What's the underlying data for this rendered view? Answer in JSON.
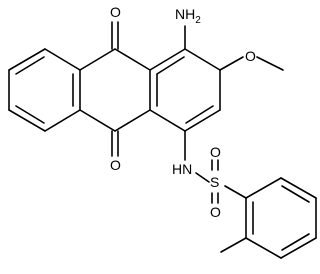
{
  "molecule": {
    "atom_labels": {
      "o_top": "O",
      "o_bottom": "O",
      "nh2": "NH",
      "nh2_sub": "2",
      "o_methoxy": "O",
      "nh": "HN",
      "s": "S",
      "o_sulfonyl_upper": "O",
      "o_sulfonyl_lower": "O"
    },
    "colors": {
      "bond": "#000000",
      "text": "#000000",
      "background": "#ffffff"
    }
  }
}
